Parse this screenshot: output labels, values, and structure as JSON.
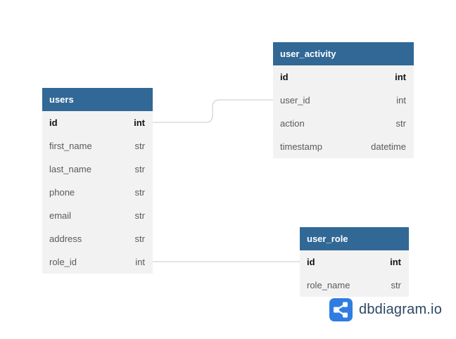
{
  "tables": {
    "users": {
      "name": "users",
      "fields": [
        {
          "name": "id",
          "type": "int",
          "pk": true
        },
        {
          "name": "first_name",
          "type": "str"
        },
        {
          "name": "last_name",
          "type": "str"
        },
        {
          "name": "phone",
          "type": "str"
        },
        {
          "name": "email",
          "type": "str"
        },
        {
          "name": "address",
          "type": "str"
        },
        {
          "name": "role_id",
          "type": "int"
        }
      ]
    },
    "user_activity": {
      "name": "user_activity",
      "fields": [
        {
          "name": "id",
          "type": "int",
          "pk": true
        },
        {
          "name": "user_id",
          "type": "int"
        },
        {
          "name": "action",
          "type": "str"
        },
        {
          "name": "timestamp",
          "type": "datetime"
        }
      ]
    },
    "user_role": {
      "name": "user_role",
      "fields": [
        {
          "name": "id",
          "type": "int",
          "pk": true
        },
        {
          "name": "role_name",
          "type": "str"
        }
      ]
    }
  },
  "relationships": [
    {
      "from": "users.id",
      "to": "user_activity.user_id"
    },
    {
      "from": "users.role_id",
      "to": "user_role.id"
    }
  ],
  "colors": {
    "header": "#316896",
    "table_body": "#f2f2f2",
    "connector": "#c8c8c8",
    "brand_icon": "#2f7de1",
    "brand_text": "#2c4763"
  },
  "brand": {
    "name": "dbdiagram.io",
    "icon": "share-nodes-icon"
  }
}
